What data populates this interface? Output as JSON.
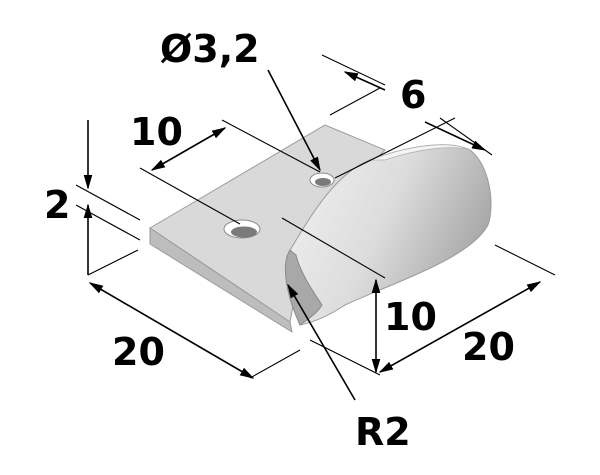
{
  "drawing": {
    "dimensions": {
      "hole_diameter": "Ø3,2",
      "curl_width": "6",
      "hole_spacing": "10",
      "thickness": "2",
      "length": "20",
      "width": "20",
      "height": "10",
      "radius": "R2"
    },
    "colors": {
      "part_top": "#d9d9d9",
      "part_side": "#bdbdbd",
      "part_front": "#cfcfcf",
      "curl_light": "#e6e6e6",
      "curl_dark": "#a8a8a8",
      "hole": "#7a7a7a",
      "line": "#000000"
    }
  }
}
